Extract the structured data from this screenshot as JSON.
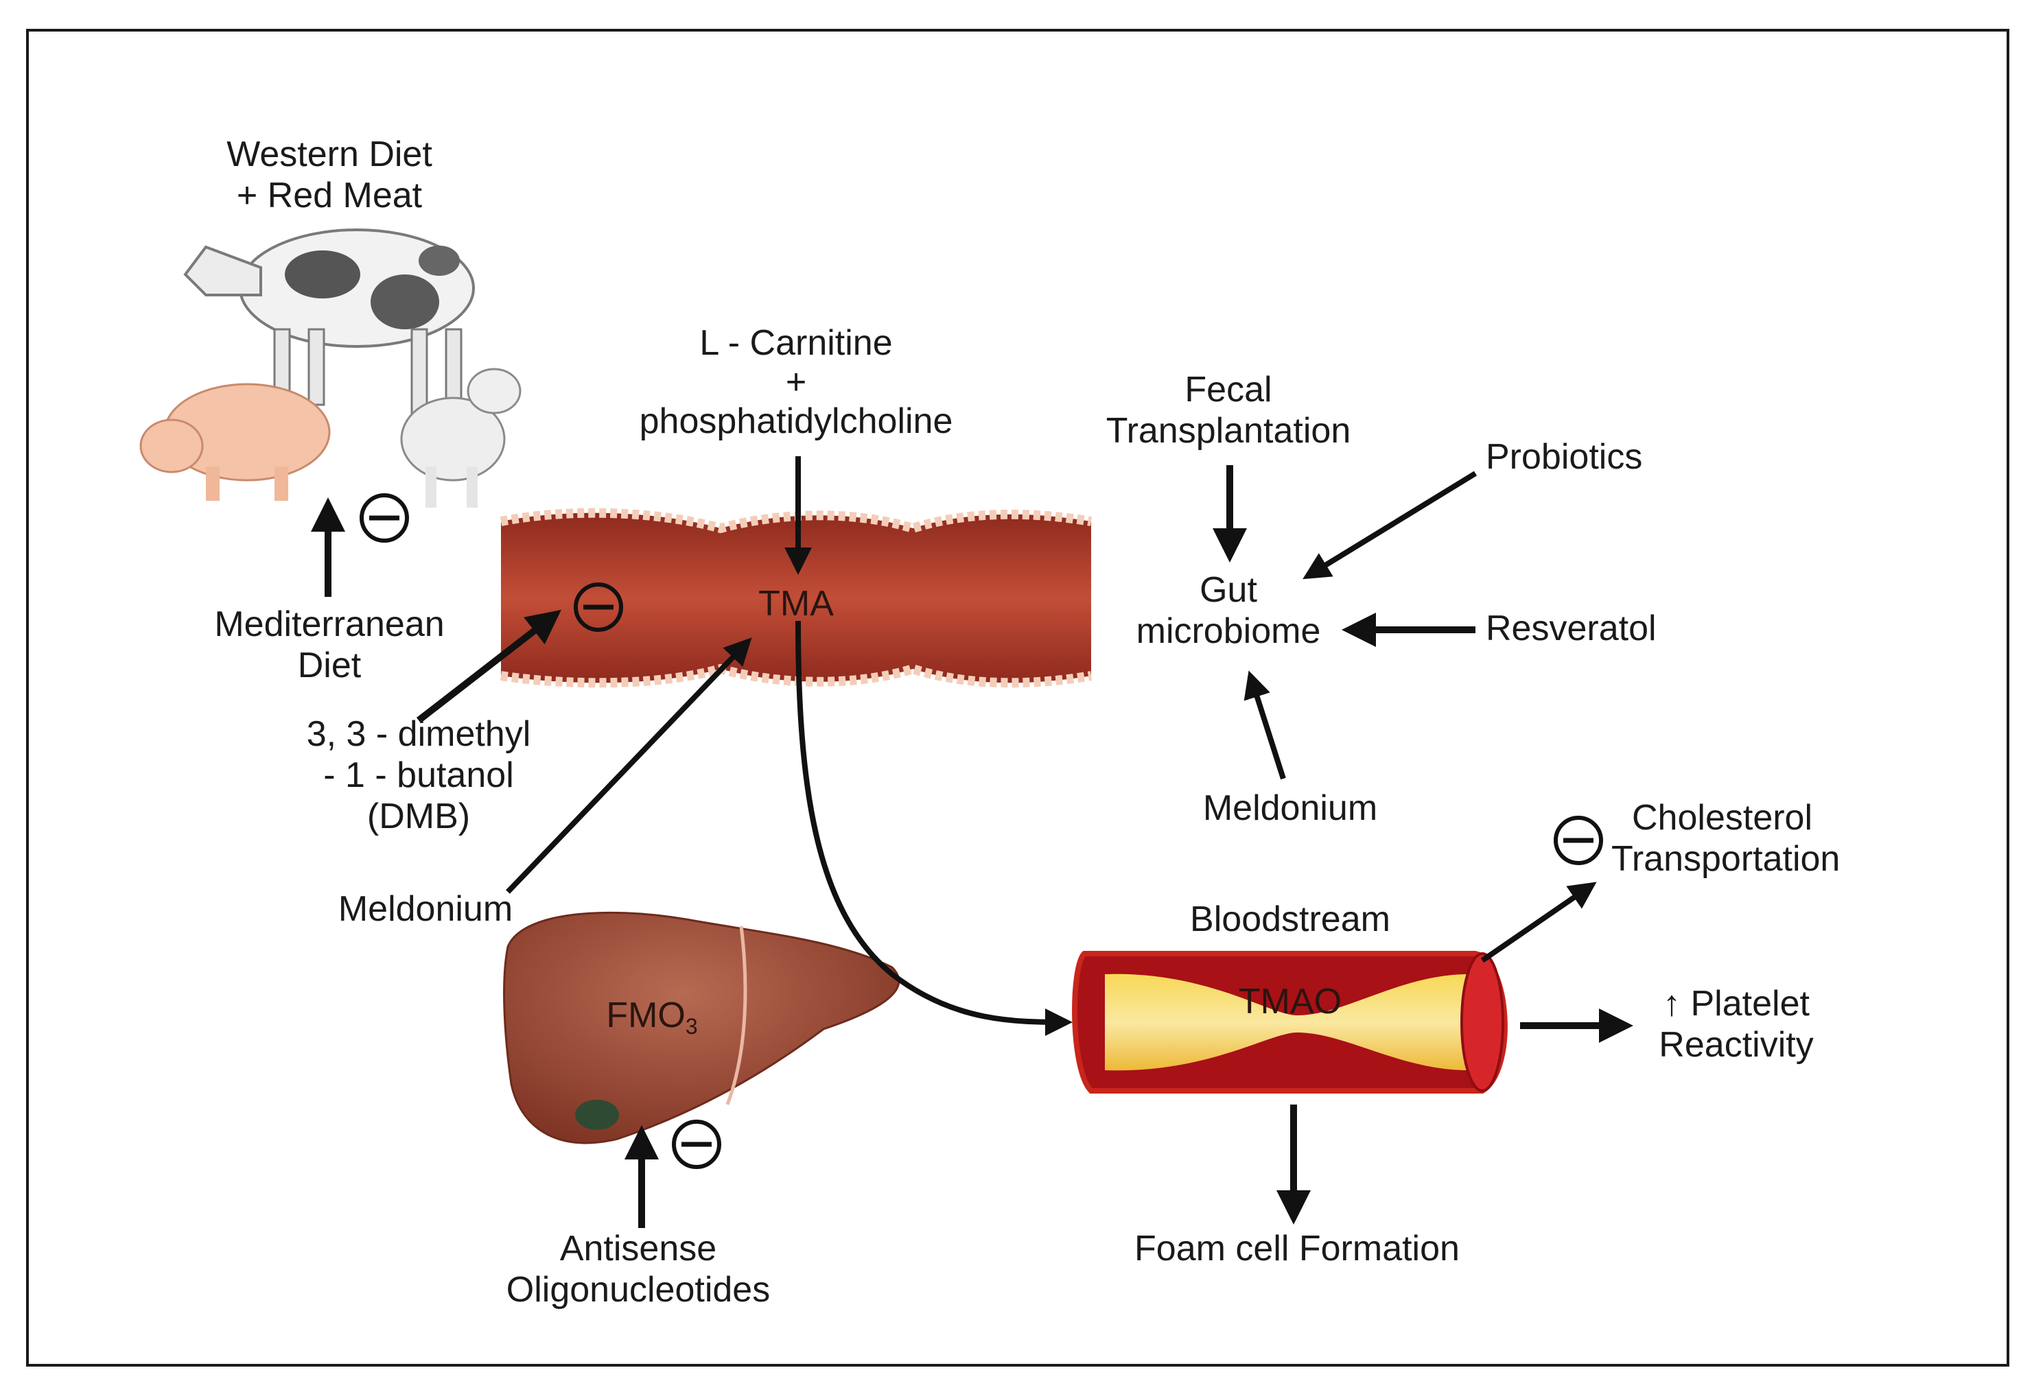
{
  "labels": {
    "western_diet_line1": "Western Diet",
    "western_diet_line2": "+ Red Meat",
    "mediterranean_line1": "Mediterranean",
    "mediterranean_line2": "Diet",
    "dmb_line1": "3, 3 - dimethyl",
    "dmb_line2": "- 1 - butanol",
    "dmb_line3": "(DMB)",
    "meldonium_left": "Meldonium",
    "carnitine_line1": "L - Carnitine",
    "carnitine_plus": "+",
    "carnitine_line2": "phosphatidylcholine",
    "tma": "TMA",
    "fecal_line1": "Fecal",
    "fecal_line2": "Transplantation",
    "probiotics": "Probiotics",
    "gut_line1": "Gut",
    "gut_line2": "microbiome",
    "resveratol": "Resveratol",
    "meldonium_right": "Meldonium",
    "cholesterol_line1": "Cholesterol",
    "cholesterol_line2": "Transportation",
    "bloodstream": "Bloodstream",
    "tmao": "TMAO",
    "platelet_line1": "↑ Platelet",
    "platelet_line2": "Reactivity",
    "fmo_base": "FMO",
    "fmo_sub": "3",
    "antisense_line1": "Antisense",
    "antisense_line2": "Oligonucleotides",
    "foam_cell": "Foam cell Formation"
  },
  "symbols": {
    "inhibit": "−"
  },
  "colors": {
    "intestine": "#b8402f",
    "intestine_wall": "#f3c9b4",
    "liver": "#9c4a35",
    "vessel": "#c0181c",
    "plaque": "#f3e24a",
    "arrow": "#111111"
  }
}
